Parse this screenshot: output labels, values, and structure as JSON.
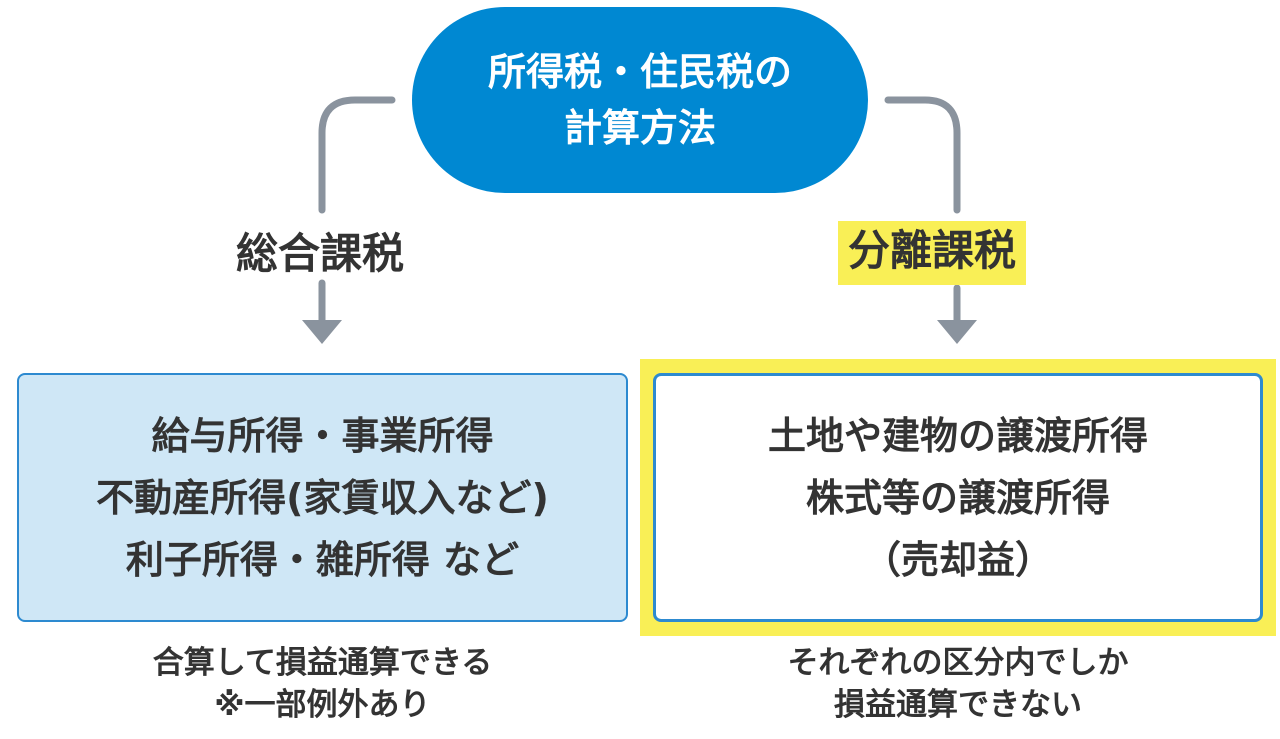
{
  "colors": {
    "pill": "#0088d2",
    "connector": "#8a939e",
    "highlight": "#f9ef56",
    "box_left_fill": "#cfe7f6",
    "box_border": "#2d8ad0"
  },
  "top": {
    "lines": [
      "所得税・住民税の",
      "計算方法"
    ]
  },
  "left": {
    "label": "総合課税",
    "box_lines": [
      "給与所得・事業所得",
      "不動産所得(家賃収入など)",
      "利子所得・雑所得 など"
    ],
    "note_lines": [
      "合算して損益通算できる",
      "※一部例外あり"
    ]
  },
  "right": {
    "label": "分離課税",
    "box_lines": [
      "土地や建物の譲渡所得",
      "株式等の譲渡所得",
      "（売却益）"
    ],
    "note_lines": [
      "それぞれの区分内でしか",
      "損益通算できない"
    ]
  }
}
